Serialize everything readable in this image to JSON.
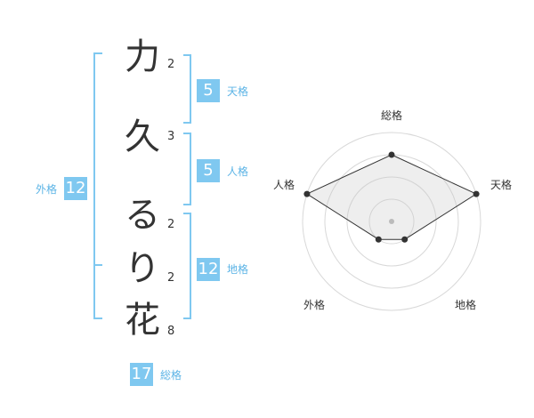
{
  "name": {
    "chars": [
      {
        "char": "力",
        "strokes": "2"
      },
      {
        "char": "久",
        "strokes": "3"
      },
      {
        "char": "る",
        "strokes": "2"
      },
      {
        "char": "り",
        "strokes": "2"
      },
      {
        "char": "花",
        "strokes": "8"
      }
    ]
  },
  "fortunes": {
    "tenkaku": {
      "value": "5",
      "label": "天格"
    },
    "jinkaku": {
      "value": "5",
      "label": "人格"
    },
    "chikaku": {
      "value": "12",
      "label": "地格"
    },
    "gaikaku": {
      "value": "12",
      "label": "外格"
    },
    "soukaku": {
      "value": "17",
      "label": "総格"
    }
  },
  "colors": {
    "accent": "#7fc8f0",
    "label": "#5cb4e6",
    "text": "#333333"
  },
  "chart_data": {
    "type": "radar",
    "axes": [
      "総格",
      "天格",
      "地格",
      "外格",
      "人格"
    ],
    "values": [
      4,
      5,
      2,
      2,
      5
    ],
    "max": 5,
    "rings": 4
  }
}
